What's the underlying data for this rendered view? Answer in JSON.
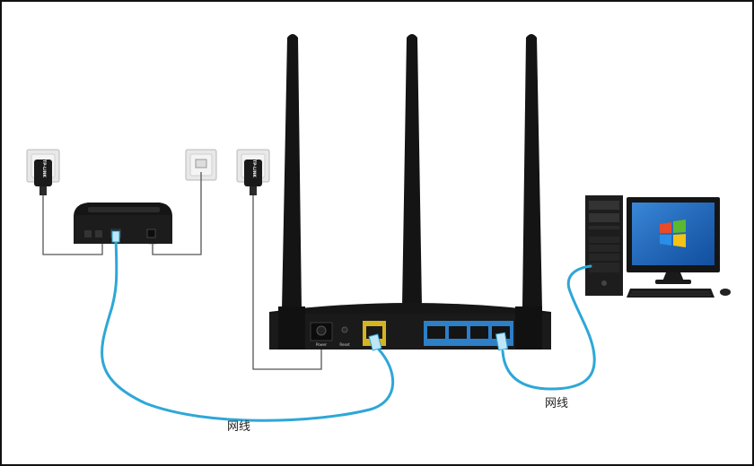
{
  "cables": {
    "left_label": "网线",
    "right_label": "网线"
  },
  "adapters": {
    "brand": "TP-LINK"
  },
  "router_ports": {
    "power": "Power",
    "reset": "Reset"
  },
  "colors": {
    "network_cable": "#2ea7d8",
    "device_body": "#161616",
    "wan_port": "#d6b321",
    "lan_ports": "#2d7fc8"
  }
}
